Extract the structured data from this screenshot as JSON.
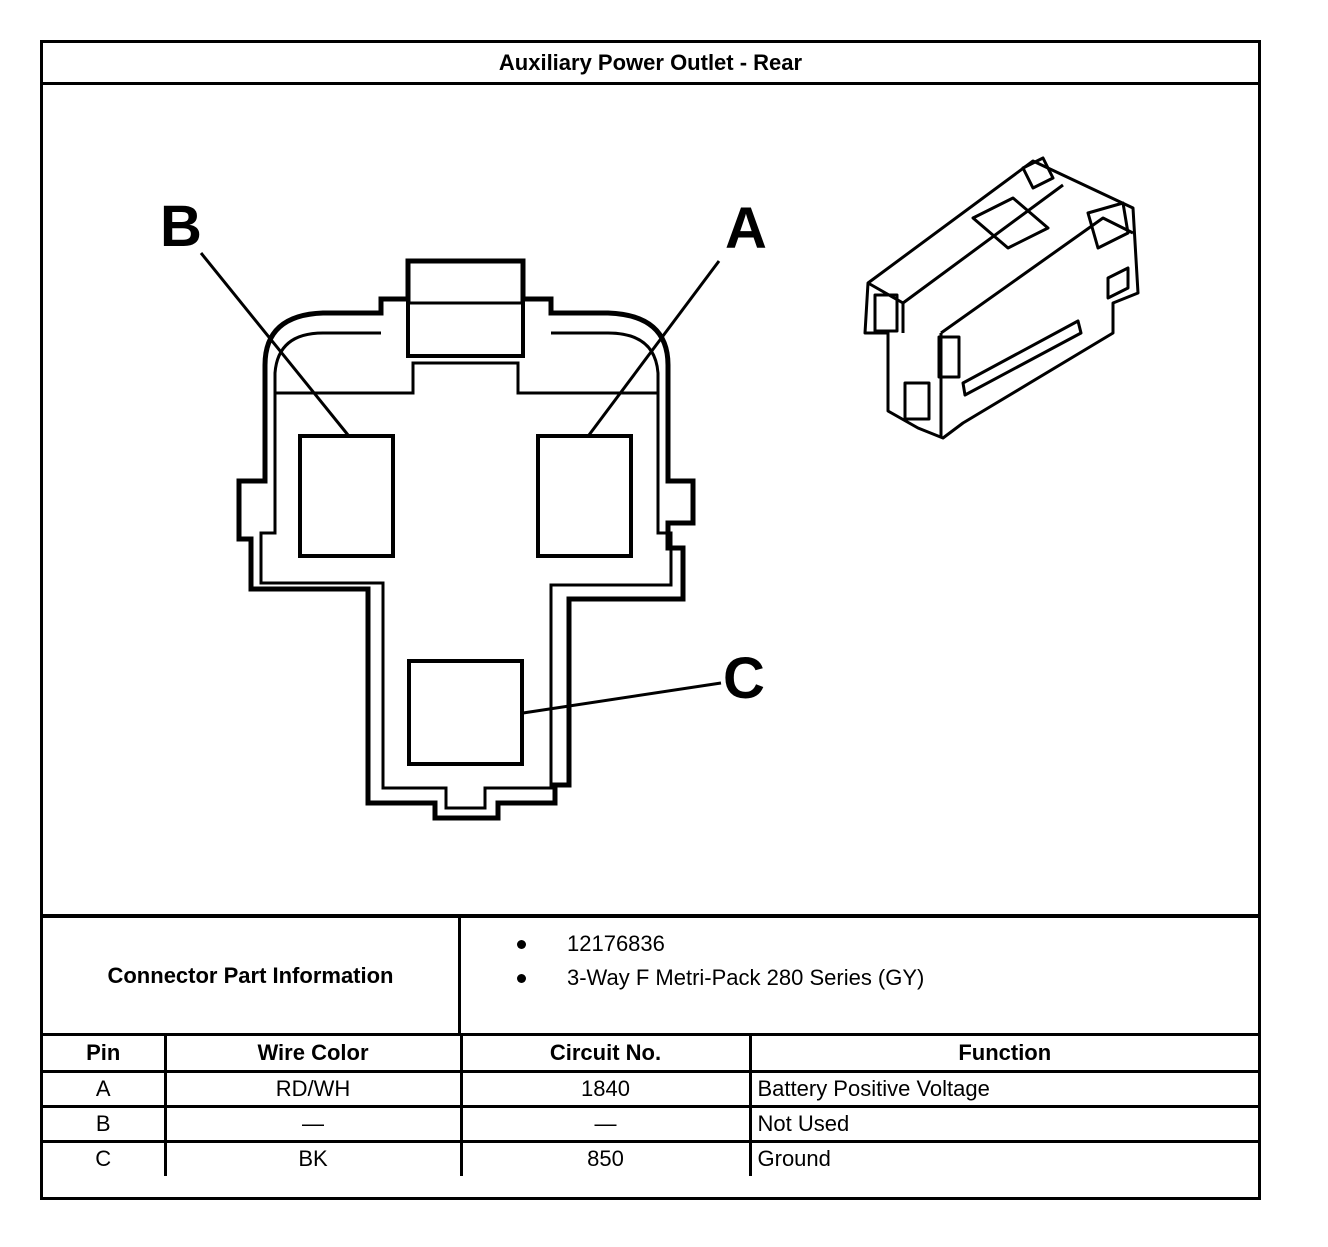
{
  "title": "Auxiliary Power Outlet - Rear",
  "diagram": {
    "pin_labels": [
      "A",
      "B",
      "C"
    ]
  },
  "part_info": {
    "label": "Connector Part Information",
    "items": [
      "12176836",
      "3-Way F Metri-Pack 280 Series (GY)"
    ]
  },
  "pin_table": {
    "headers": [
      "Pin",
      "Wire Color",
      "Circuit No.",
      "Function"
    ],
    "rows": [
      {
        "pin": "A",
        "wire_color": "RD/WH",
        "circuit": "1840",
        "function": "Battery Positive Voltage"
      },
      {
        "pin": "B",
        "wire_color": "—",
        "circuit": "—",
        "function": "Not Used"
      },
      {
        "pin": "C",
        "wire_color": "BK",
        "circuit": "850",
        "function": "Ground"
      }
    ]
  }
}
